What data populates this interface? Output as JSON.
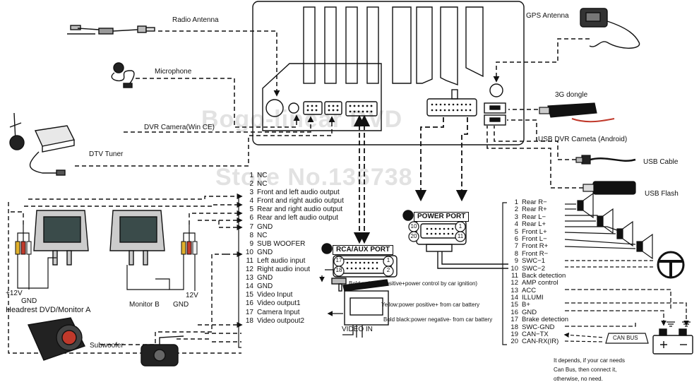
{
  "top_labels": {
    "radio_antenna": "Radio Antenna",
    "microphone": "Microphone",
    "dvr_camera": "DVR Camera(Win CE)",
    "dtv_tuner": "DTV Tuner",
    "gps_antenna": "GPS Antenna",
    "dongle_3g": "3G dongle",
    "usb_dvr": "USB DVR  Cameta (Android)",
    "usb_cable": "USB Cable",
    "usb_flash": "USB Flash"
  },
  "watermark": {
    "line1": "Bogo-linear  DVD",
    "line2": "Store No.136738"
  },
  "rca_port": {
    "title": "RCA/AUX PORT",
    "pins": [
      {
        "num": "1",
        "label": "NC"
      },
      {
        "num": "2",
        "label": "NC"
      },
      {
        "num": "3",
        "label": "Front and left audio output"
      },
      {
        "num": "4",
        "label": "Front and right audio output"
      },
      {
        "num": "5",
        "label": "Rear and right audio output"
      },
      {
        "num": "6",
        "label": "Rear and left audio output"
      },
      {
        "num": "7",
        "label": "GND"
      },
      {
        "num": "8",
        "label": "NC"
      },
      {
        "num": "9",
        "label": "SUB WOOFER"
      },
      {
        "num": "10",
        "label": "GND"
      },
      {
        "num": "11",
        "label": "Left audio input"
      },
      {
        "num": "12",
        "label": "Right audio inout"
      },
      {
        "num": "13",
        "label": "GND"
      },
      {
        "num": "14",
        "label": "GND"
      },
      {
        "num": "15",
        "label": "Video Input"
      },
      {
        "num": "16",
        "label": "Video output1"
      },
      {
        "num": "17",
        "label": "Camera Input"
      },
      {
        "num": "18",
        "label": "Video outpout2"
      }
    ],
    "connector_pins": [
      "17",
      "18",
      "1",
      "2"
    ]
  },
  "power_port": {
    "title": "POWER PORT",
    "pins": [
      {
        "num": "1",
        "label": "Rear R−"
      },
      {
        "num": "2",
        "label": "Rear R+"
      },
      {
        "num": "3",
        "label": "Rear L−"
      },
      {
        "num": "4",
        "label": "Rear L+"
      },
      {
        "num": "5",
        "label": "Front L+"
      },
      {
        "num": "6",
        "label": "Front L−"
      },
      {
        "num": "7",
        "label": "Front R+"
      },
      {
        "num": "8",
        "label": "Front R−"
      },
      {
        "num": "9",
        "label": "SWC−1"
      },
      {
        "num": "10",
        "label": "SWC−2"
      },
      {
        "num": "11",
        "label": "Back detection"
      },
      {
        "num": "12",
        "label": "AMP control"
      },
      {
        "num": "13",
        "label": "ACC"
      },
      {
        "num": "14",
        "label": "ILLUMI"
      },
      {
        "num": "15",
        "label": "B+"
      },
      {
        "num": "16",
        "label": "GND"
      },
      {
        "num": "17",
        "label": "Brake detection"
      },
      {
        "num": "18",
        "label": "SWC-GND"
      },
      {
        "num": "19",
        "label": "CAN−TX"
      },
      {
        "num": "20",
        "label": "CAN-RX(IR)"
      }
    ],
    "connector_pins": [
      "10",
      "20",
      "1",
      "11"
    ]
  },
  "notes": {
    "bold_red": "Bold red:Acc(positive+power control by car ignition)",
    "yellow": "Yellow:power positive+ from car battery",
    "bold_black": "Bold black:power negative- from car battery",
    "can_bus_box": "CAN BUS",
    "can_bus_note": [
      "It depends, if your car needs",
      "Can Bus, then connect it,",
      "otherwise, no need."
    ]
  },
  "bottom_labels": {
    "headrest": "Headrest DVD/Monitor A",
    "monitor_b": "Monitor  B",
    "gnd_a": "GND",
    "v12_a": "+12V",
    "gnd_b": "GND",
    "v12_b": "12V",
    "subwoofer": "Subwoofer",
    "video_in": "VIDEO  IN"
  },
  "colors": {
    "line": "#111111",
    "watermark": "#999999",
    "rca_red": "#c0392b",
    "rca_yellow": "#e1b12c",
    "rca_white": "#f0f0f0"
  }
}
